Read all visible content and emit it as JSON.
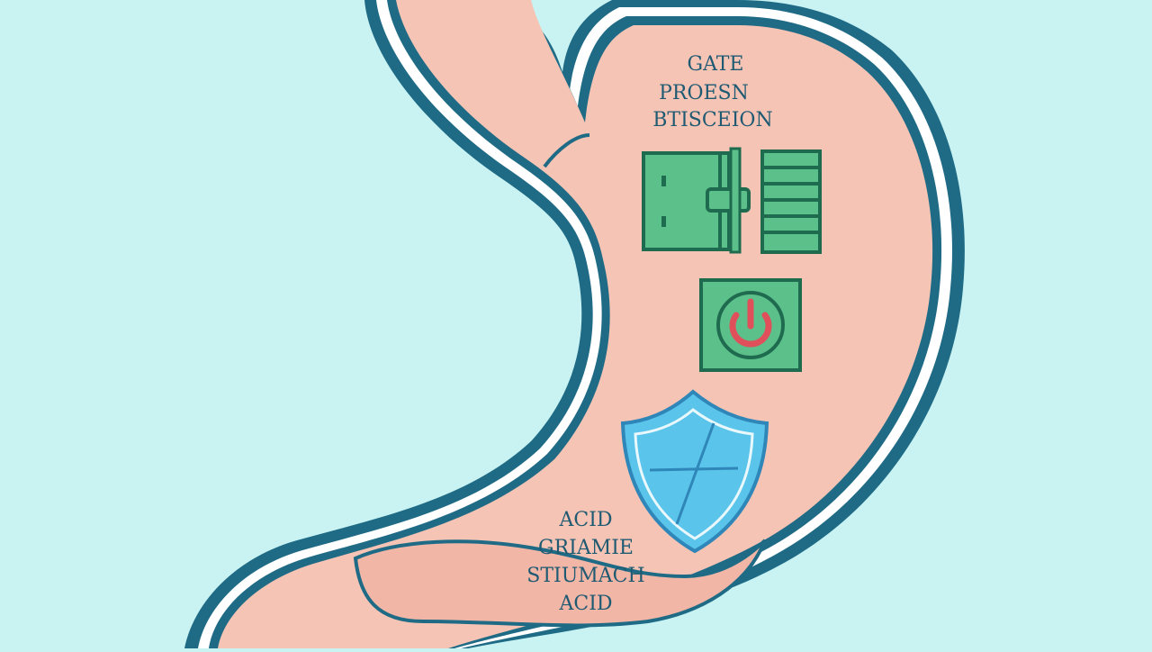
{
  "colors": {
    "background": "#c9f3f3",
    "stomach_fill": "#f6c4b4",
    "outline": "#1f6b86",
    "inner_ring": "#ffffff",
    "icon_green": "#5cc08a",
    "icon_green_dark": "#1f6b4f",
    "power_red": "#e0505a",
    "shield_blue": "#5bc4ea",
    "text": "#1f5a73"
  },
  "labels": {
    "top": [
      "GATE",
      "PROESN",
      "BTISCEION"
    ],
    "bottom": [
      "ACID",
      "GRIAMIE",
      "STIUMACH",
      "ACID"
    ]
  },
  "icons": [
    "gate-icon",
    "door-icon",
    "stack-icon",
    "power-button-icon",
    "shield-icon"
  ]
}
